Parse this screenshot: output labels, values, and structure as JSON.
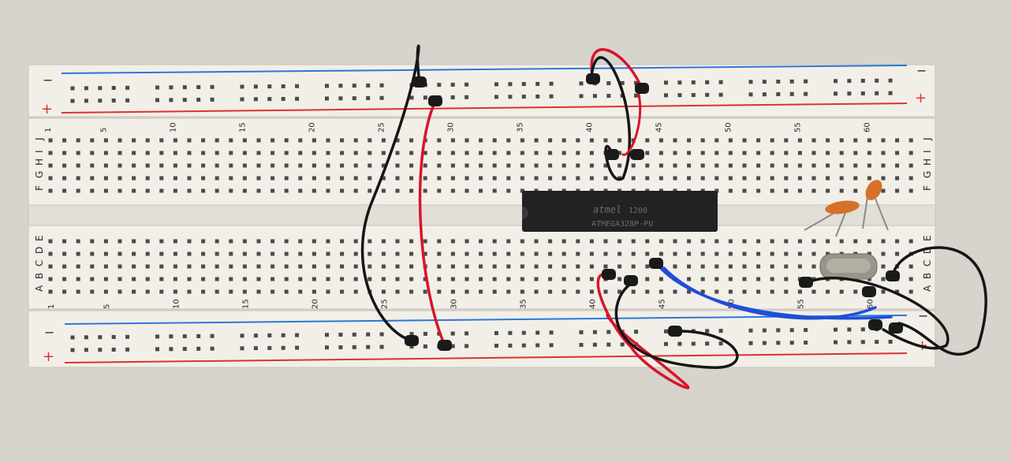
{
  "breadboard": {
    "rail_signs": {
      "minus": "−",
      "plus": "+"
    },
    "rows_top": [
      "J",
      "I",
      "H",
      "G",
      "F"
    ],
    "rows_bottom": [
      "E",
      "D",
      "C",
      "B",
      "A"
    ],
    "column_numbers": [
      "1",
      "5",
      "10",
      "15",
      "20",
      "25",
      "30",
      "35",
      "40",
      "45",
      "50",
      "55",
      "60"
    ]
  },
  "chip": {
    "logo": "atmel",
    "line1": "1200",
    "line2": "ATMEGA328P-PU"
  },
  "colors": {
    "board": "#f2efe8",
    "rail_blue": "#2a78d8",
    "rail_red": "#e03030",
    "wire_red": "#d8152a",
    "wire_black": "#161616",
    "wire_blue": "#1f4ed8",
    "capacitor": "#d8702a",
    "crystal": "#9a958a",
    "chip": "#222222"
  }
}
